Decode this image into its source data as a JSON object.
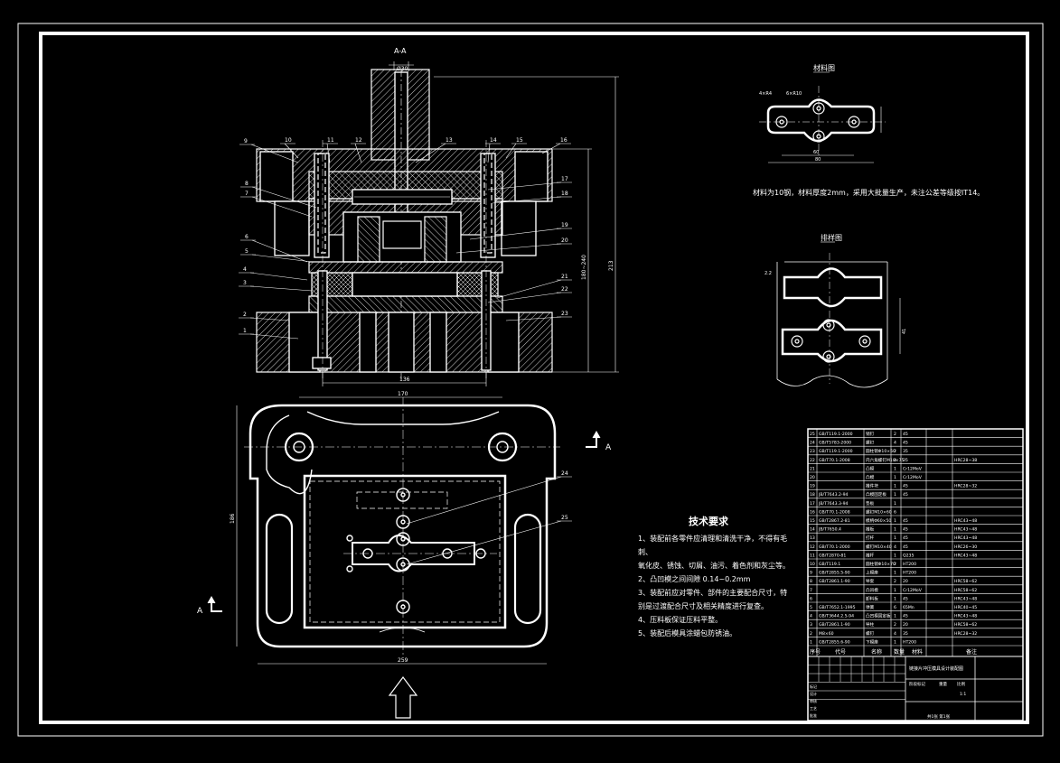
{
  "colors": {
    "background": "#000000",
    "lines": "#ffffff",
    "accent": "#dddddd"
  },
  "views": {
    "section_label": "A-A",
    "view_arrow_label": "A",
    "blank_title": "材料图",
    "strip_title": "排样图",
    "dims": {
      "top_width": "Ø30",
      "main_height": "213",
      "closed_height": "180~240",
      "base_width_top": "136",
      "plan_width": "170",
      "plan_height": "186",
      "plan_total": "259",
      "blank_w": "60",
      "blank_w2": "80",
      "blank_r": "4×R4",
      "blank_r2": "6×R10",
      "strip_a": "2.2",
      "strip_b": "41"
    },
    "callouts": [
      "1",
      "2",
      "3",
      "4",
      "5",
      "6",
      "7",
      "8",
      "9",
      "10",
      "11",
      "12",
      "13",
      "14",
      "15",
      "16",
      "17",
      "18",
      "19",
      "20",
      "21",
      "22",
      "23",
      "24",
      "25"
    ]
  },
  "material_note": "材料为10钢，材料厚度2mm，采用大批量生产，未注公差等级按IT14。",
  "tech_requirements": {
    "title": "技术要求",
    "items": [
      "1、装配前各零件应清理和清洗干净，不得有毛刺、",
      "氧化皮、锈蚀、切屑、油污、着色剂和灰尘等。",
      "2、凸凹模之间间隙  0.14~0.2mm",
      "3、装配前应对零件、部件的主要配合尺寸，特",
      "别是过渡配合尺寸及相关精度进行复查。",
      "4、压料板保证压料平整。",
      "5、装配后模具涂蜡包防锈油。"
    ]
  },
  "bom": {
    "rows": [
      [
        "25",
        "GB/T119.1-2000",
        "销钉",
        "2",
        "45",
        ""
      ],
      [
        "24",
        "GB/T5783-2000",
        "螺钉",
        "4",
        "45",
        ""
      ],
      [
        "23",
        "GB/T119.1-2000",
        "圆柱销Φ10×50",
        "2",
        "35",
        ""
      ],
      [
        "22",
        "GB/T70.1-2008",
        "内六角螺钉M10×75",
        "4",
        "35",
        "HRC28~38"
      ],
      [
        "21",
        "",
        "凸模",
        "1",
        "Cr12MoV",
        ""
      ],
      [
        "20",
        "",
        "凸模",
        "1",
        "Cr12MoV",
        ""
      ],
      [
        "19",
        "",
        "推件块",
        "1",
        "45",
        "HRC28~32"
      ],
      [
        "18",
        "JB/T7643.2-94",
        "凸模固定板",
        "1",
        "45",
        ""
      ],
      [
        "17",
        "JB/T7643.3-94",
        "垫板",
        "1",
        "",
        ""
      ],
      [
        "16",
        "GB/T70.1-2008",
        "螺钉M10×60",
        "6",
        "",
        ""
      ],
      [
        "15",
        "GB/T2867.2-81",
        "模柄Φ60×50",
        "1",
        "45",
        "HRC43~48"
      ],
      [
        "14",
        "JB/T7650.4",
        "推板",
        "1",
        "45",
        "HRC43~48"
      ],
      [
        "13",
        "",
        "打杆",
        "1",
        "45",
        "HRC43~48"
      ],
      [
        "12",
        "GB/T70.1-2000",
        "螺钉M10×40",
        "4",
        "45",
        "HRC26~30"
      ],
      [
        "11",
        "GB/T2870-81",
        "推杆",
        "1",
        "Q235",
        "HRC43~48"
      ],
      [
        "10",
        "GB/T119.1",
        "圆柱销Φ10×70",
        "2",
        "HT200",
        ""
      ],
      [
        "9",
        "GB/T2855.5-90",
        "上模座",
        "1",
        "HT200",
        ""
      ],
      [
        "8",
        "GB/T2861.1-90",
        "导套",
        "2",
        "20",
        "HRC58~62"
      ],
      [
        "7",
        "",
        "凸凹模",
        "1",
        "Cr12MoV",
        "HRC58~62"
      ],
      [
        "6",
        "",
        "卸料板",
        "1",
        "45",
        "HRC43~48"
      ],
      [
        "5",
        "GB/T7652.1-1995",
        "弹簧",
        "6",
        "65Mn",
        "HRC40~45"
      ],
      [
        "4",
        "GB/T3644.2.5-94",
        "凸凹模固定板",
        "1",
        "45",
        "HRC43~48"
      ],
      [
        "3",
        "GB/T2861.1-90",
        "导柱",
        "2",
        "20",
        "HRC58~62"
      ],
      [
        "2",
        "M8×60",
        "螺钉",
        "4",
        "35",
        "HRC28~32"
      ],
      [
        "1",
        "GB/T2855.6-90",
        "下模座",
        "1",
        "HT200",
        ""
      ]
    ],
    "header": [
      "序号",
      "代号",
      "名称",
      "数量",
      "材料",
      "备注"
    ],
    "title_block": {
      "drawing_name": "链接片冲压模具设计装配图",
      "stage_label": "阶段标记",
      "weight_label": "重量",
      "scale_label": "比例",
      "scale": "1:1",
      "sheet": "共1张 第1张",
      "rows": [
        "标记",
        "设计",
        "审核",
        "工艺",
        "批准"
      ]
    }
  }
}
